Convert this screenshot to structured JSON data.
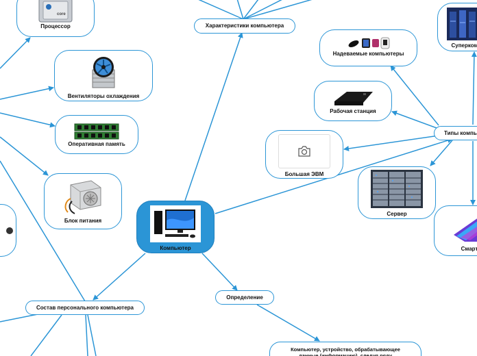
{
  "colors": {
    "accent": "#2b95d6",
    "text": "#111111",
    "background": "#ffffff"
  },
  "nodes": {
    "processor": "Процессор",
    "characteristics": "Характеристики компьютера",
    "wearables": "Надеваемые компьютеры",
    "supercomputer": "Суперком",
    "cooling": "Вентиляторы охлаждения",
    "workstation": "Рабочая станция",
    "pc_types": "Типы компь",
    "ram": "Оперативная память",
    "mainframe": "Большая ЭВМ",
    "server": "Сервер",
    "psu": "Блок питания",
    "computer": "Компьютер",
    "smartphone": "Смарт",
    "composition": "Состав персонального компьютера",
    "definition": "Определение",
    "definition_text": "Компьютер, устройство, обрабатывающее данные (информацию), следуя ряду"
  },
  "icons": {
    "processor": "cpu-chip-icon",
    "cooling": "cpu-cooler-icon",
    "ram": "ram-module-icon",
    "psu": "power-supply-icon",
    "computer": "desktop-computer-icon",
    "wearables": "wearable-devices-icon",
    "workstation": "docking-station-icon",
    "mainframe": "camera-placeholder-icon",
    "server": "server-rack-icon",
    "supercomputer": "supercomputer-icon",
    "smartphone": "smartphone-icon"
  }
}
